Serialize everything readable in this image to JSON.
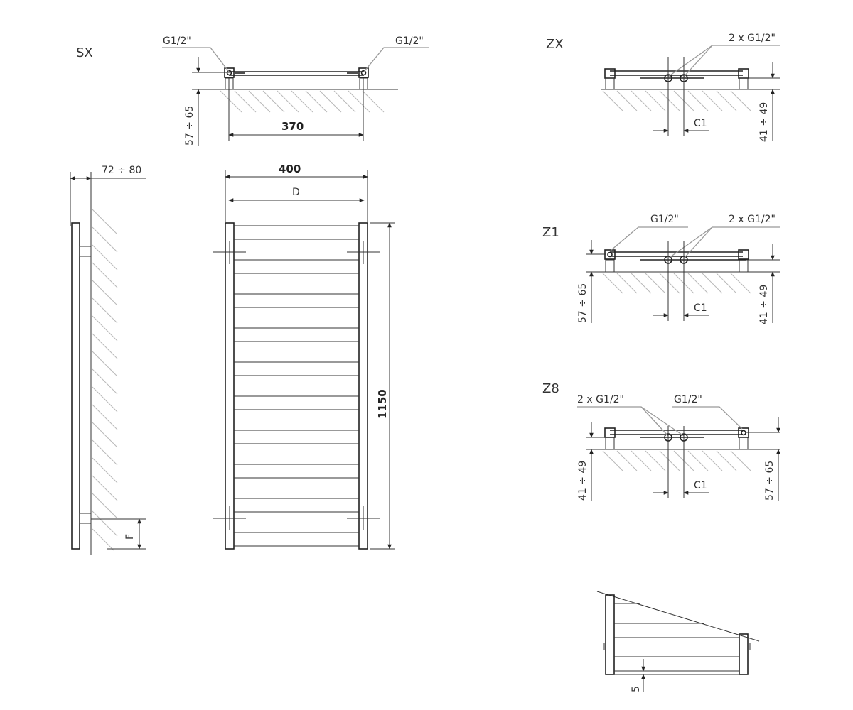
{
  "variants": {
    "sx": "SX",
    "zx": "ZX",
    "z1": "Z1",
    "z8": "Z8"
  },
  "labels": {
    "g12": "G1/2\"",
    "two_g12": "2 x G1/2\"",
    "c1": "C1",
    "d": "D",
    "f": "F"
  },
  "dimensions": {
    "sx_span": "370",
    "sx_height": "57 ÷ 65",
    "side_depth": "72 ÷ 80",
    "width": "400",
    "height": "1150",
    "zx_height": "41 ÷ 49",
    "z1_left": "57 ÷ 65",
    "z1_right": "41 ÷ 49",
    "z8_left": "41 ÷ 49",
    "z8_right": "57 ÷ 65",
    "gap": "5"
  }
}
